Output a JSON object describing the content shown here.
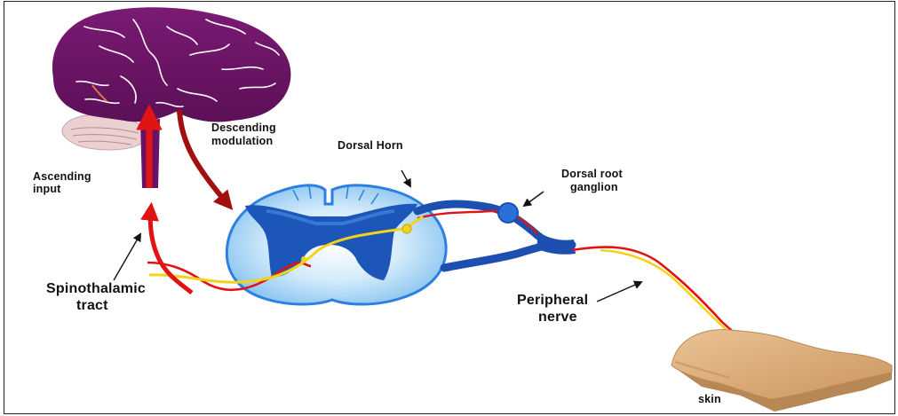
{
  "labels": {
    "descending_modulation": [
      "Descending",
      "modulation"
    ],
    "dorsal_horn": "Dorsal Horn",
    "dorsal_root_ganglion": [
      "Dorsal root",
      "ganglion"
    ],
    "ascending_input": [
      "Ascending",
      "input"
    ],
    "spinothalamic_tract": [
      "Spinothalamic",
      "tract"
    ],
    "peripheral_nerve": [
      "Peripheral",
      "nerve"
    ],
    "skin": "skin"
  },
  "colors": {
    "brain": "#6e1468",
    "spinal_cord_outer": "#a9d6f5",
    "spinal_cord_edge": "#2d7fe0",
    "grey_matter": "#1b56b8",
    "afferent_red": "#e01414",
    "fiber_yellow": "#f4d21a",
    "nerve_blue": "#1d4fb0",
    "arrow_dark_red": "#9a0f10",
    "skin": "#d9ab76"
  }
}
